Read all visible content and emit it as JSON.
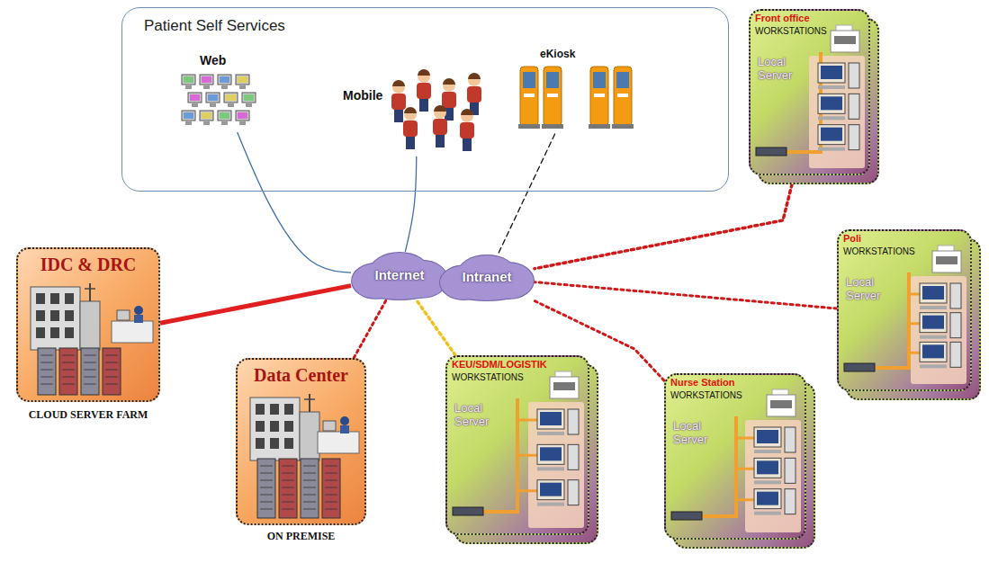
{
  "diagram": {
    "nodes": [
      {
        "text": [
          "Patient Self Services"
        ]
      },
      {
        "text": [
          "Web"
        ],
        "in": 0
      },
      {
        "text": [
          "Mobile"
        ],
        "in": 0
      },
      {
        "text": [
          "eKiosk"
        ],
        "in": 0
      },
      {
        "text": [
          "Front office",
          "WORKSTATIONS",
          "Local Server"
        ]
      },
      {
        "text": [
          "IDC & DRC",
          "CLOUD SERVER FARM"
        ]
      },
      {
        "text": [
          "Internet"
        ]
      },
      {
        "text": [
          "Intranet"
        ]
      },
      {
        "text": [
          "Poli",
          "WORKSTATIONS",
          "Local Server"
        ]
      },
      {
        "text": [
          "Data Center",
          "ON PREMISE"
        ]
      },
      {
        "text": [
          "KEU/SDM/LOGISTIK",
          "WORKSTATIONS",
          "Local Server"
        ]
      },
      {
        "text": [
          "Nurse Station",
          "WORKSTATIONS",
          "Local Server"
        ]
      }
    ],
    "edges": [
      {
        "from": 1,
        "to": 6,
        "arrow": "none"
      },
      {
        "from": 2,
        "to": 6,
        "arrow": "none"
      },
      {
        "from": 3,
        "to": 7,
        "arrow": "none"
      },
      {
        "from": 4,
        "to": 7,
        "arrow": "none"
      },
      {
        "from": 5,
        "to": 6,
        "arrow": "none"
      },
      {
        "from": 9,
        "to": 6,
        "arrow": "none"
      },
      {
        "from": 10,
        "to": 6,
        "arrow": "none"
      },
      {
        "from": 11,
        "to": 7,
        "arrow": "none"
      },
      {
        "from": 8,
        "to": 7,
        "arrow": "none"
      }
    ]
  }
}
